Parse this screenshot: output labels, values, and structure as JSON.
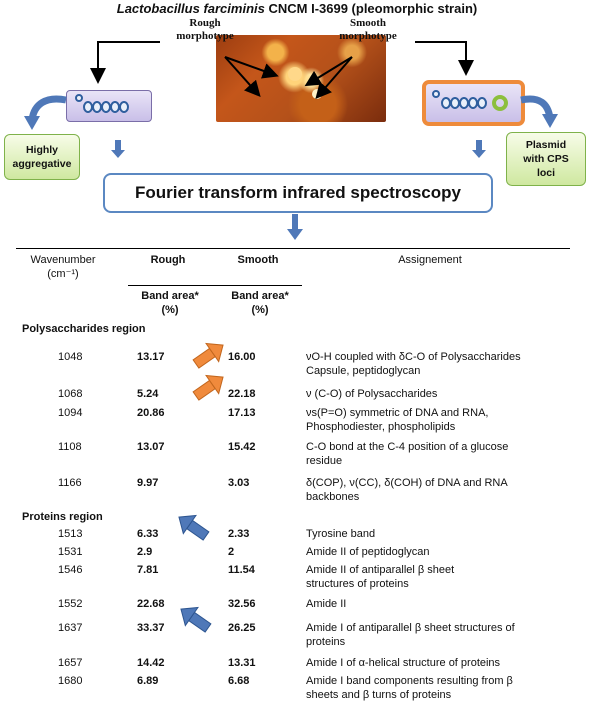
{
  "title": {
    "italic": "Lactobacillus farciminis",
    "rest": " CNCM I-3699 (pleomorphic strain)"
  },
  "labels": {
    "rough": "Rough\nmorphotype",
    "smooth": "Smooth\nmorphotype",
    "highly_aggregative": "Highly\naggregative",
    "plasmid": "Plasmid\nwith CPS\nloci",
    "ftir": "Fourier transform infrared spectroscopy"
  },
  "colors": {
    "orange_arrow": "#f08a3c",
    "blue_arrow": "#4f78b8",
    "box_border": "#5b88c2",
    "green": "#cfe8a0"
  },
  "table": {
    "headers": {
      "wavenumber": "Wavenumber",
      "unit": "(cm⁻¹)",
      "rough": "Rough",
      "smooth": "Smooth",
      "assignment": "Assignement",
      "band_area": "Band area*",
      "pct": "(%)"
    },
    "sections": {
      "polysaccharides": "Polysaccharides region",
      "proteins": "Proteins region"
    },
    "rows": [
      {
        "wn": "1048",
        "rough": "13.17",
        "smooth": "16.00",
        "assign": [
          "νO-H coupled with δC-O of Polysaccharides",
          "Capsule, peptidoglycan"
        ]
      },
      {
        "wn": "1068",
        "rough": "5.24",
        "smooth": "22.18",
        "assign": [
          "ν (C-O) of Polysaccharides"
        ]
      },
      {
        "wn": "1094",
        "rough": "20.86",
        "smooth": "17.13",
        "assign": [
          "νs(P=O) symmetric of DNA and RNA,",
          "Phosphodiester, phospholipids"
        ]
      },
      {
        "wn": "1108",
        "rough": "13.07",
        "smooth": "15.42",
        "assign": [
          "C-O bond at the C-4 position of a glucose",
          "residue"
        ]
      },
      {
        "wn": "1166",
        "rough": "9.97",
        "smooth": "3.03",
        "assign": [
          "δ(COP), ν(CC), δ(COH) of DNA and RNA",
          "backbones"
        ]
      },
      {
        "wn": "1513",
        "rough": "6.33",
        "smooth": "2.33",
        "assign": [
          "Tyrosine band"
        ]
      },
      {
        "wn": "1531",
        "rough": "2.9",
        "smooth": "2",
        "assign": [
          "Amide II of peptidoglycan"
        ]
      },
      {
        "wn": "1546",
        "rough": "7.81",
        "smooth": "11.54",
        "assign": [
          "Amide II of antiparallel β sheet",
          "structures of proteins"
        ]
      },
      {
        "wn": "1552",
        "rough": "22.68",
        "smooth": "32.56",
        "assign": [
          "Amide II"
        ]
      },
      {
        "wn": "1637",
        "rough": "33.37",
        "smooth": "26.25",
        "assign": [
          "Amide I of antiparallel β sheet structures of",
          "proteins"
        ]
      },
      {
        "wn": "1657",
        "rough": "14.42",
        "smooth": "13.31",
        "assign": [
          "Amide I of α-helical structure of proteins"
        ]
      },
      {
        "wn": "1680",
        "rough": "6.89",
        "smooth": "6.68",
        "assign": [
          "Amide I band components resulting from β",
          "sheets and β turns of proteins"
        ]
      }
    ]
  }
}
